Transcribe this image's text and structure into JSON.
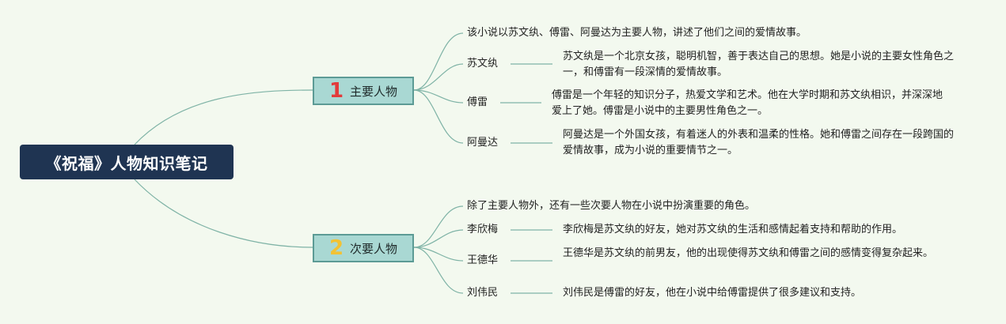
{
  "root": {
    "title": "《祝福》人物知识笔记"
  },
  "branches": [
    {
      "number": "1",
      "label": "主要人物",
      "number_color": "#e23b3b",
      "summary": "该小说以苏文纨、傅雷、阿曼达为主要人物，讲述了他们之间的爱情故事。",
      "people": [
        {
          "name": "苏文纨",
          "desc": "苏文纨是一个北京女孩，聪明机智，善于表达自己的思想。她是小说的主要女性角色之一，和傅雷有一段深情的爱情故事。"
        },
        {
          "name": "傅雷",
          "desc": "傅雷是一个年轻的知识分子，热爱文学和艺术。他在大学时期和苏文纨相识，并深深地爱上了她。傅雷是小说中的主要男性角色之一。"
        },
        {
          "name": "阿曼达",
          "desc": "阿曼达是一个外国女孩，有着迷人的外表和温柔的性格。她和傅雷之间存在一段跨国的爱情故事，成为小说的重要情节之一。"
        }
      ]
    },
    {
      "number": "2",
      "label": "次要人物",
      "number_color": "#f2c234",
      "summary": "除了主要人物外，还有一些次要人物在小说中扮演重要的角色。",
      "people": [
        {
          "name": "李欣梅",
          "desc": "李欣梅是苏文纨的好友，她对苏文纨的生活和感情起着支持和帮助的作用。"
        },
        {
          "name": "王德华",
          "desc": "王德华是苏文纨的前男友，他的出现使得苏文纨和傅雷之间的感情变得复杂起来。"
        },
        {
          "name": "刘伟民",
          "desc": "刘伟民是傅雷的好友，他在小说中给傅雷提供了很多建议和支持。"
        }
      ]
    }
  ],
  "colors": {
    "background": "#f3f9ef",
    "root_fill": "#1f3452",
    "branch_fill": "#a9d8d3",
    "branch_border": "#5c9b95",
    "connector": "#7fb3a6"
  }
}
